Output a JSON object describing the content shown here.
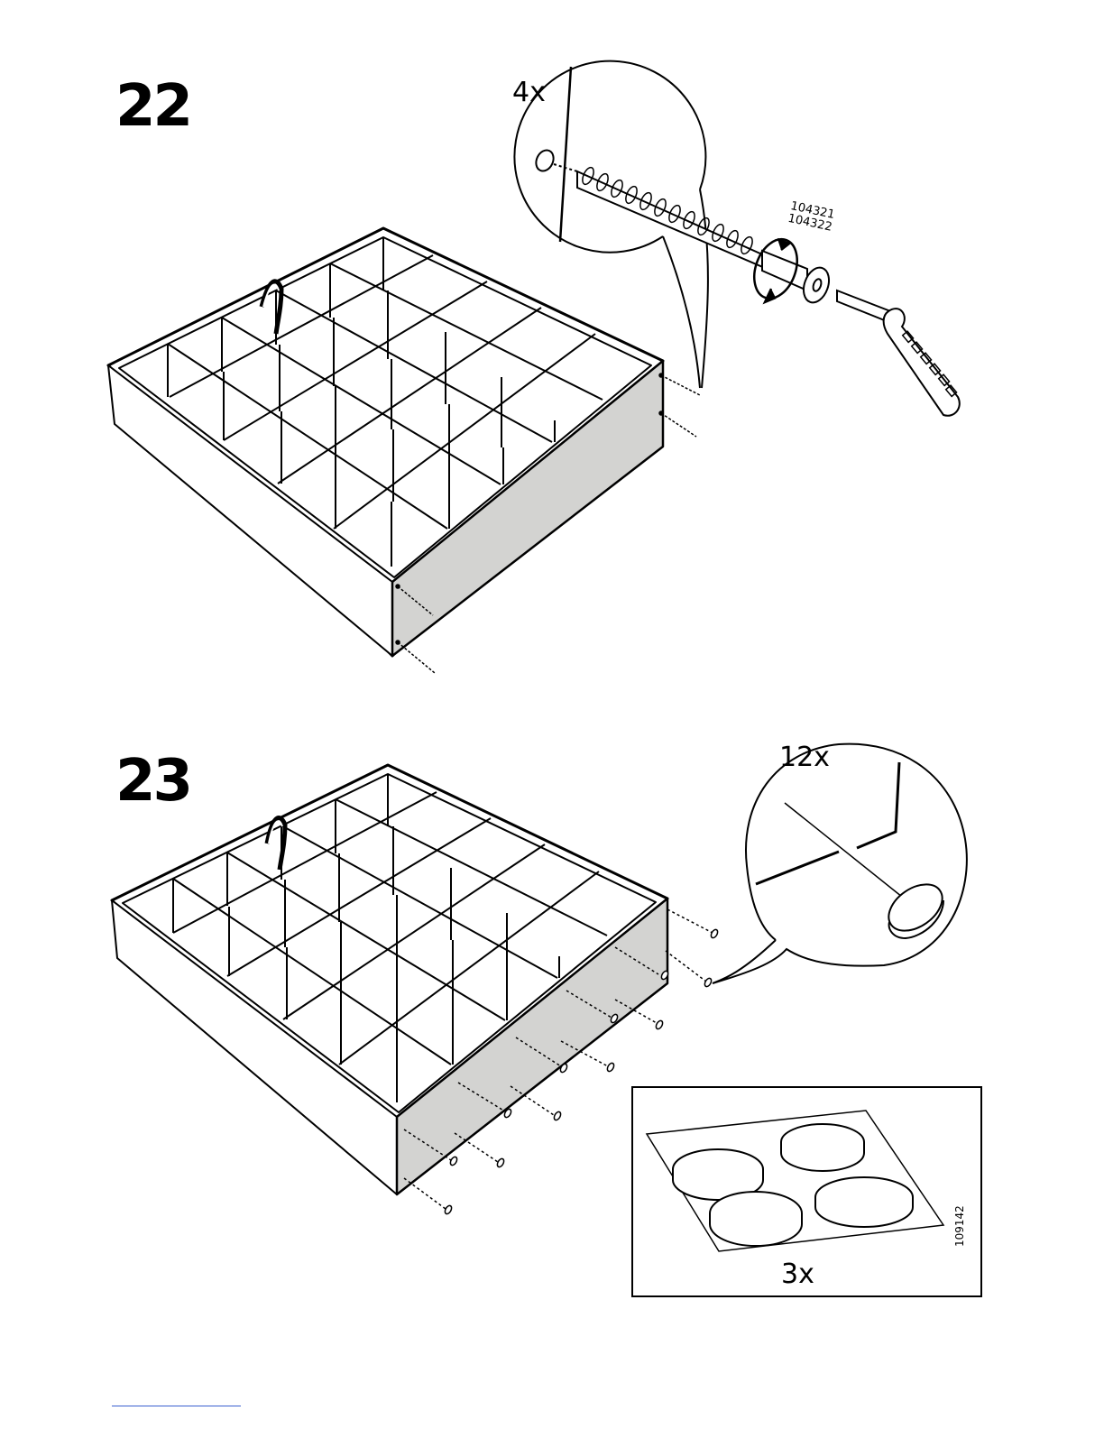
{
  "steps": [
    {
      "number": "22",
      "quantity": "4x",
      "part_numbers": [
        "104321",
        "104322"
      ]
    },
    {
      "number": "23",
      "quantity": "12x",
      "pack_quantity": "3x",
      "pack_part_number": "109142"
    }
  ],
  "colors": {
    "panel_fill": "#d3d3d1",
    "line": "#000000",
    "footer_link": "#3a5fd0"
  },
  "icons": [
    "rotate-arrow-icon",
    "hex-key-icon",
    "screw-icon",
    "bumper-pad-icon"
  ]
}
